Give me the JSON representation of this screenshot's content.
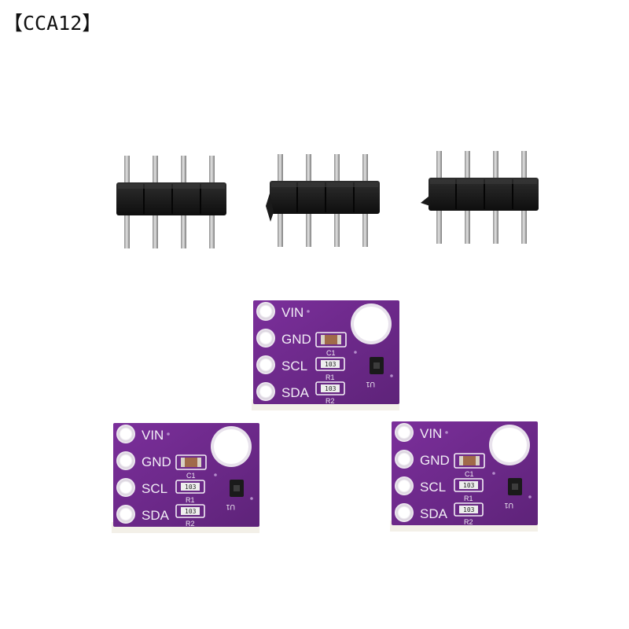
{
  "watermark": "【CCA12】",
  "board": {
    "pins": [
      "VIN",
      "GND",
      "SCL",
      "SDA"
    ],
    "cap_label": "C1",
    "r1_label": "R1",
    "r2_label": "R2",
    "ic_label": "U1"
  },
  "boards": [
    {
      "r1_code": "103",
      "r2_code": "103"
    },
    {
      "r1_code": "103",
      "r2_code": "103"
    },
    {
      "r1_code": "103",
      "r2_code": "103"
    }
  ],
  "colors": {
    "pcb": "#6e2a8c",
    "pcb_dark": "#4f1d66",
    "header_plastic": "#1c1c1c",
    "pin_metal": "#bdbdbd"
  }
}
